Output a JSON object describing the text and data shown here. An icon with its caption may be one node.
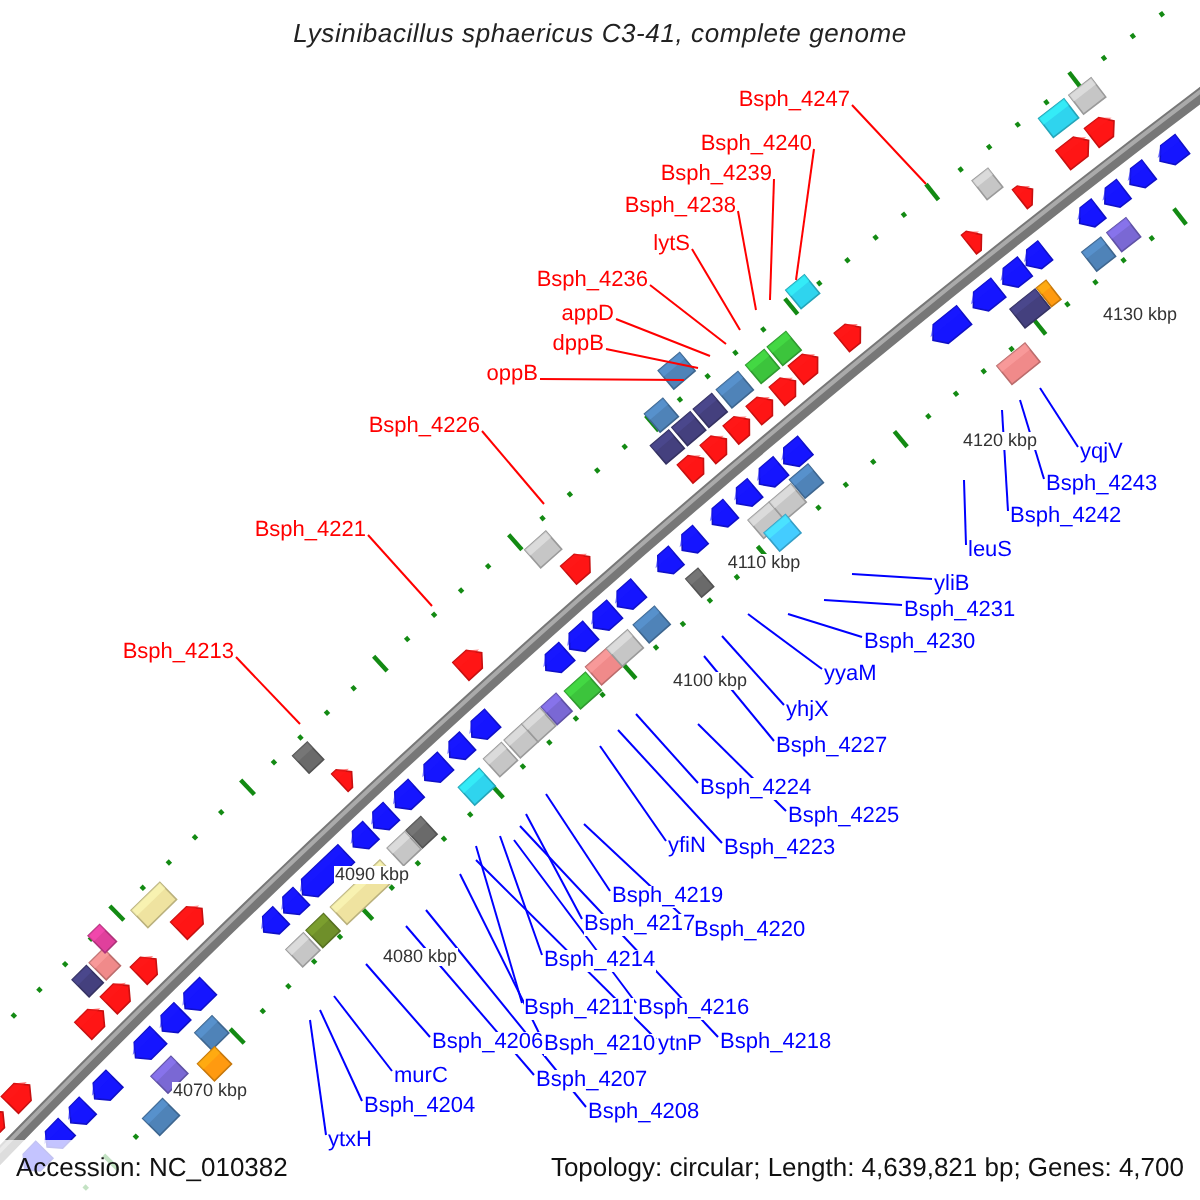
{
  "diagram": {
    "title": "Lysinibacillus sphaericus C3-41, complete genome",
    "nodes": [
      {
        "text": [
          "Bsph_4247"
        ]
      },
      {
        "text": [
          "Bsph_4240"
        ]
      },
      {
        "text": [
          "Bsph_4239"
        ]
      },
      {
        "text": [
          "Bsph_4238"
        ]
      },
      {
        "text": [
          "lytS"
        ]
      },
      {
        "text": [
          "Bsph_4236"
        ]
      },
      {
        "text": [
          "appD"
        ]
      },
      {
        "text": [
          "dppB"
        ]
      },
      {
        "text": [
          "oppB"
        ]
      },
      {
        "text": [
          "Bsph_4226"
        ]
      },
      {
        "text": [
          "Bsph_4221"
        ]
      },
      {
        "text": [
          "Bsph_4213"
        ]
      },
      {
        "text": [
          "yqjV"
        ]
      },
      {
        "text": [
          "Bsph_4243"
        ]
      },
      {
        "text": [
          "Bsph_4242"
        ]
      },
      {
        "text": [
          "leuS"
        ]
      },
      {
        "text": [
          "yliB"
        ]
      },
      {
        "text": [
          "Bsph_4231"
        ]
      },
      {
        "text": [
          "Bsph_4230"
        ]
      },
      {
        "text": [
          "yyaM"
        ]
      },
      {
        "text": [
          "yhjX"
        ]
      },
      {
        "text": [
          "Bsph_4227"
        ]
      },
      {
        "text": [
          "Bsph_4224"
        ]
      },
      {
        "text": [
          "Bsph_4225"
        ]
      },
      {
        "text": [
          "yfiN"
        ]
      },
      {
        "text": [
          "Bsph_4223"
        ]
      },
      {
        "text": [
          "Bsph_4219"
        ]
      },
      {
        "text": [
          "Bsph_4217"
        ]
      },
      {
        "text": [
          "Bsph_4220"
        ]
      },
      {
        "text": [
          "Bsph_4214"
        ]
      },
      {
        "text": [
          "Bsph_4211"
        ]
      },
      {
        "text": [
          "Bsph_4216"
        ]
      },
      {
        "text": [
          "Bsph_4206"
        ]
      },
      {
        "text": [
          "Bsph_4210"
        ]
      },
      {
        "text": [
          "ytnP"
        ]
      },
      {
        "text": [
          "Bsph_4218"
        ]
      },
      {
        "text": [
          "murC"
        ]
      },
      {
        "text": [
          "Bsph_4207"
        ]
      },
      {
        "text": [
          "Bsph_4204"
        ]
      },
      {
        "text": [
          "Bsph_4208"
        ]
      },
      {
        "text": [
          "ytxH"
        ]
      }
    ],
    "edges": [
      {
        "from": 0,
        "to": null,
        "arrow": "none",
        "color": "#ff0000"
      },
      {
        "from": 1,
        "to": null,
        "arrow": "none",
        "color": "#ff0000"
      },
      {
        "from": 2,
        "to": null,
        "arrow": "none",
        "color": "#ff0000"
      },
      {
        "from": 3,
        "to": null,
        "arrow": "none",
        "color": "#ff0000"
      },
      {
        "from": 4,
        "to": null,
        "arrow": "none",
        "color": "#ff0000"
      },
      {
        "from": 5,
        "to": null,
        "arrow": "none",
        "color": "#ff0000"
      },
      {
        "from": 6,
        "to": null,
        "arrow": "none",
        "color": "#ff0000"
      },
      {
        "from": 7,
        "to": null,
        "arrow": "none",
        "color": "#ff0000"
      },
      {
        "from": 8,
        "to": null,
        "arrow": "none",
        "color": "#ff0000"
      },
      {
        "from": 9,
        "to": null,
        "arrow": "none",
        "color": "#ff0000"
      },
      {
        "from": 10,
        "to": null,
        "arrow": "none",
        "color": "#ff0000"
      },
      {
        "from": 11,
        "to": null,
        "arrow": "none",
        "color": "#ff0000"
      },
      {
        "from": 12,
        "to": null,
        "arrow": "none"
      },
      {
        "from": 13,
        "to": null,
        "arrow": "none"
      },
      {
        "from": 14,
        "to": null,
        "arrow": "none"
      },
      {
        "from": 15,
        "to": null,
        "arrow": "none"
      },
      {
        "from": 16,
        "to": null,
        "arrow": "none"
      },
      {
        "from": 17,
        "to": null,
        "arrow": "none"
      },
      {
        "from": 18,
        "to": null,
        "arrow": "none"
      },
      {
        "from": 19,
        "to": null,
        "arrow": "none"
      },
      {
        "from": 20,
        "to": null,
        "arrow": "none"
      },
      {
        "from": 21,
        "to": null,
        "arrow": "none"
      },
      {
        "from": 22,
        "to": null,
        "arrow": "none"
      },
      {
        "from": 23,
        "to": null,
        "arrow": "none"
      },
      {
        "from": 24,
        "to": null,
        "arrow": "none"
      },
      {
        "from": 25,
        "to": null,
        "arrow": "none"
      },
      {
        "from": 26,
        "to": null,
        "arrow": "none"
      },
      {
        "from": 27,
        "to": null,
        "arrow": "none"
      },
      {
        "from": 28,
        "to": null,
        "arrow": "none"
      },
      {
        "from": 29,
        "to": null,
        "arrow": "none"
      },
      {
        "from": 30,
        "to": null,
        "arrow": "none"
      },
      {
        "from": 31,
        "to": null,
        "arrow": "none"
      },
      {
        "from": 32,
        "to": null,
        "arrow": "none"
      },
      {
        "from": 33,
        "to": null,
        "arrow": "none"
      },
      {
        "from": 34,
        "to": null,
        "arrow": "none"
      },
      {
        "from": 35,
        "to": null,
        "arrow": "none"
      },
      {
        "from": 36,
        "to": null,
        "arrow": "none"
      },
      {
        "from": 37,
        "to": null,
        "arrow": "none"
      },
      {
        "from": 38,
        "to": null,
        "arrow": "none"
      },
      {
        "from": 39,
        "to": null,
        "arrow": "none"
      },
      {
        "from": 40,
        "to": null,
        "arrow": "none"
      }
    ],
    "labels": [
      "4130 kbp",
      "4120 kbp",
      "4110 kbp",
      "4100 kbp",
      "4090 kbp",
      "4080 kbp",
      "4070 kbp",
      "Accession: NC_010382",
      "Topology: circular; Length: 4,639,821 bp; Genes: 4,700"
    ]
  }
}
